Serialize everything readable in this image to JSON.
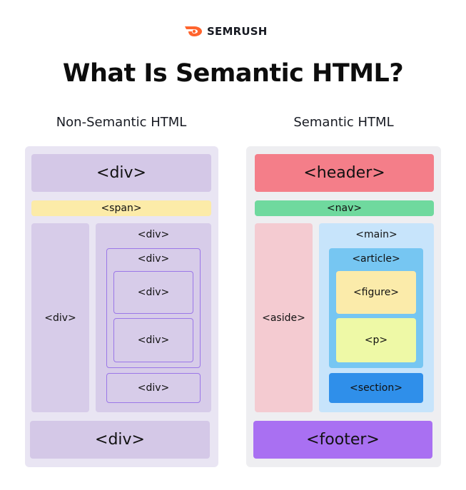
{
  "brand": {
    "name": "SEMRUSH",
    "icon": "semrush-flame-icon",
    "accent": "#FF642D"
  },
  "title": "What Is Semantic HTML?",
  "non_semantic": {
    "heading": "Non-Semantic HTML",
    "top_div": "<div>",
    "span": "<span>",
    "side_div": "<div>",
    "outer_div": "<div>",
    "inner_div": "<div>",
    "nested_div_a": "<div>",
    "nested_div_b": "<div>",
    "lower_div": "<div>",
    "bottom_div": "<div>"
  },
  "semantic": {
    "heading": "Semantic HTML",
    "header": "<header>",
    "nav": "<nav>",
    "aside": "<aside>",
    "main": "<main>",
    "article": "<article>",
    "figure": "<figure>",
    "p": "<p>",
    "section": "<section>",
    "footer": "<footer>"
  },
  "colors": {
    "header": "#F47E89",
    "nav": "#6FD99E",
    "aside": "#F4CBD1",
    "main": "#C7E4FB",
    "article": "#76C6F2",
    "figure": "#FBEBAA",
    "p": "#EEF9A6",
    "section": "#2F8FEA",
    "footer": "#A970F2",
    "div": "#D4C8E7",
    "span": "#FCEBA8"
  }
}
